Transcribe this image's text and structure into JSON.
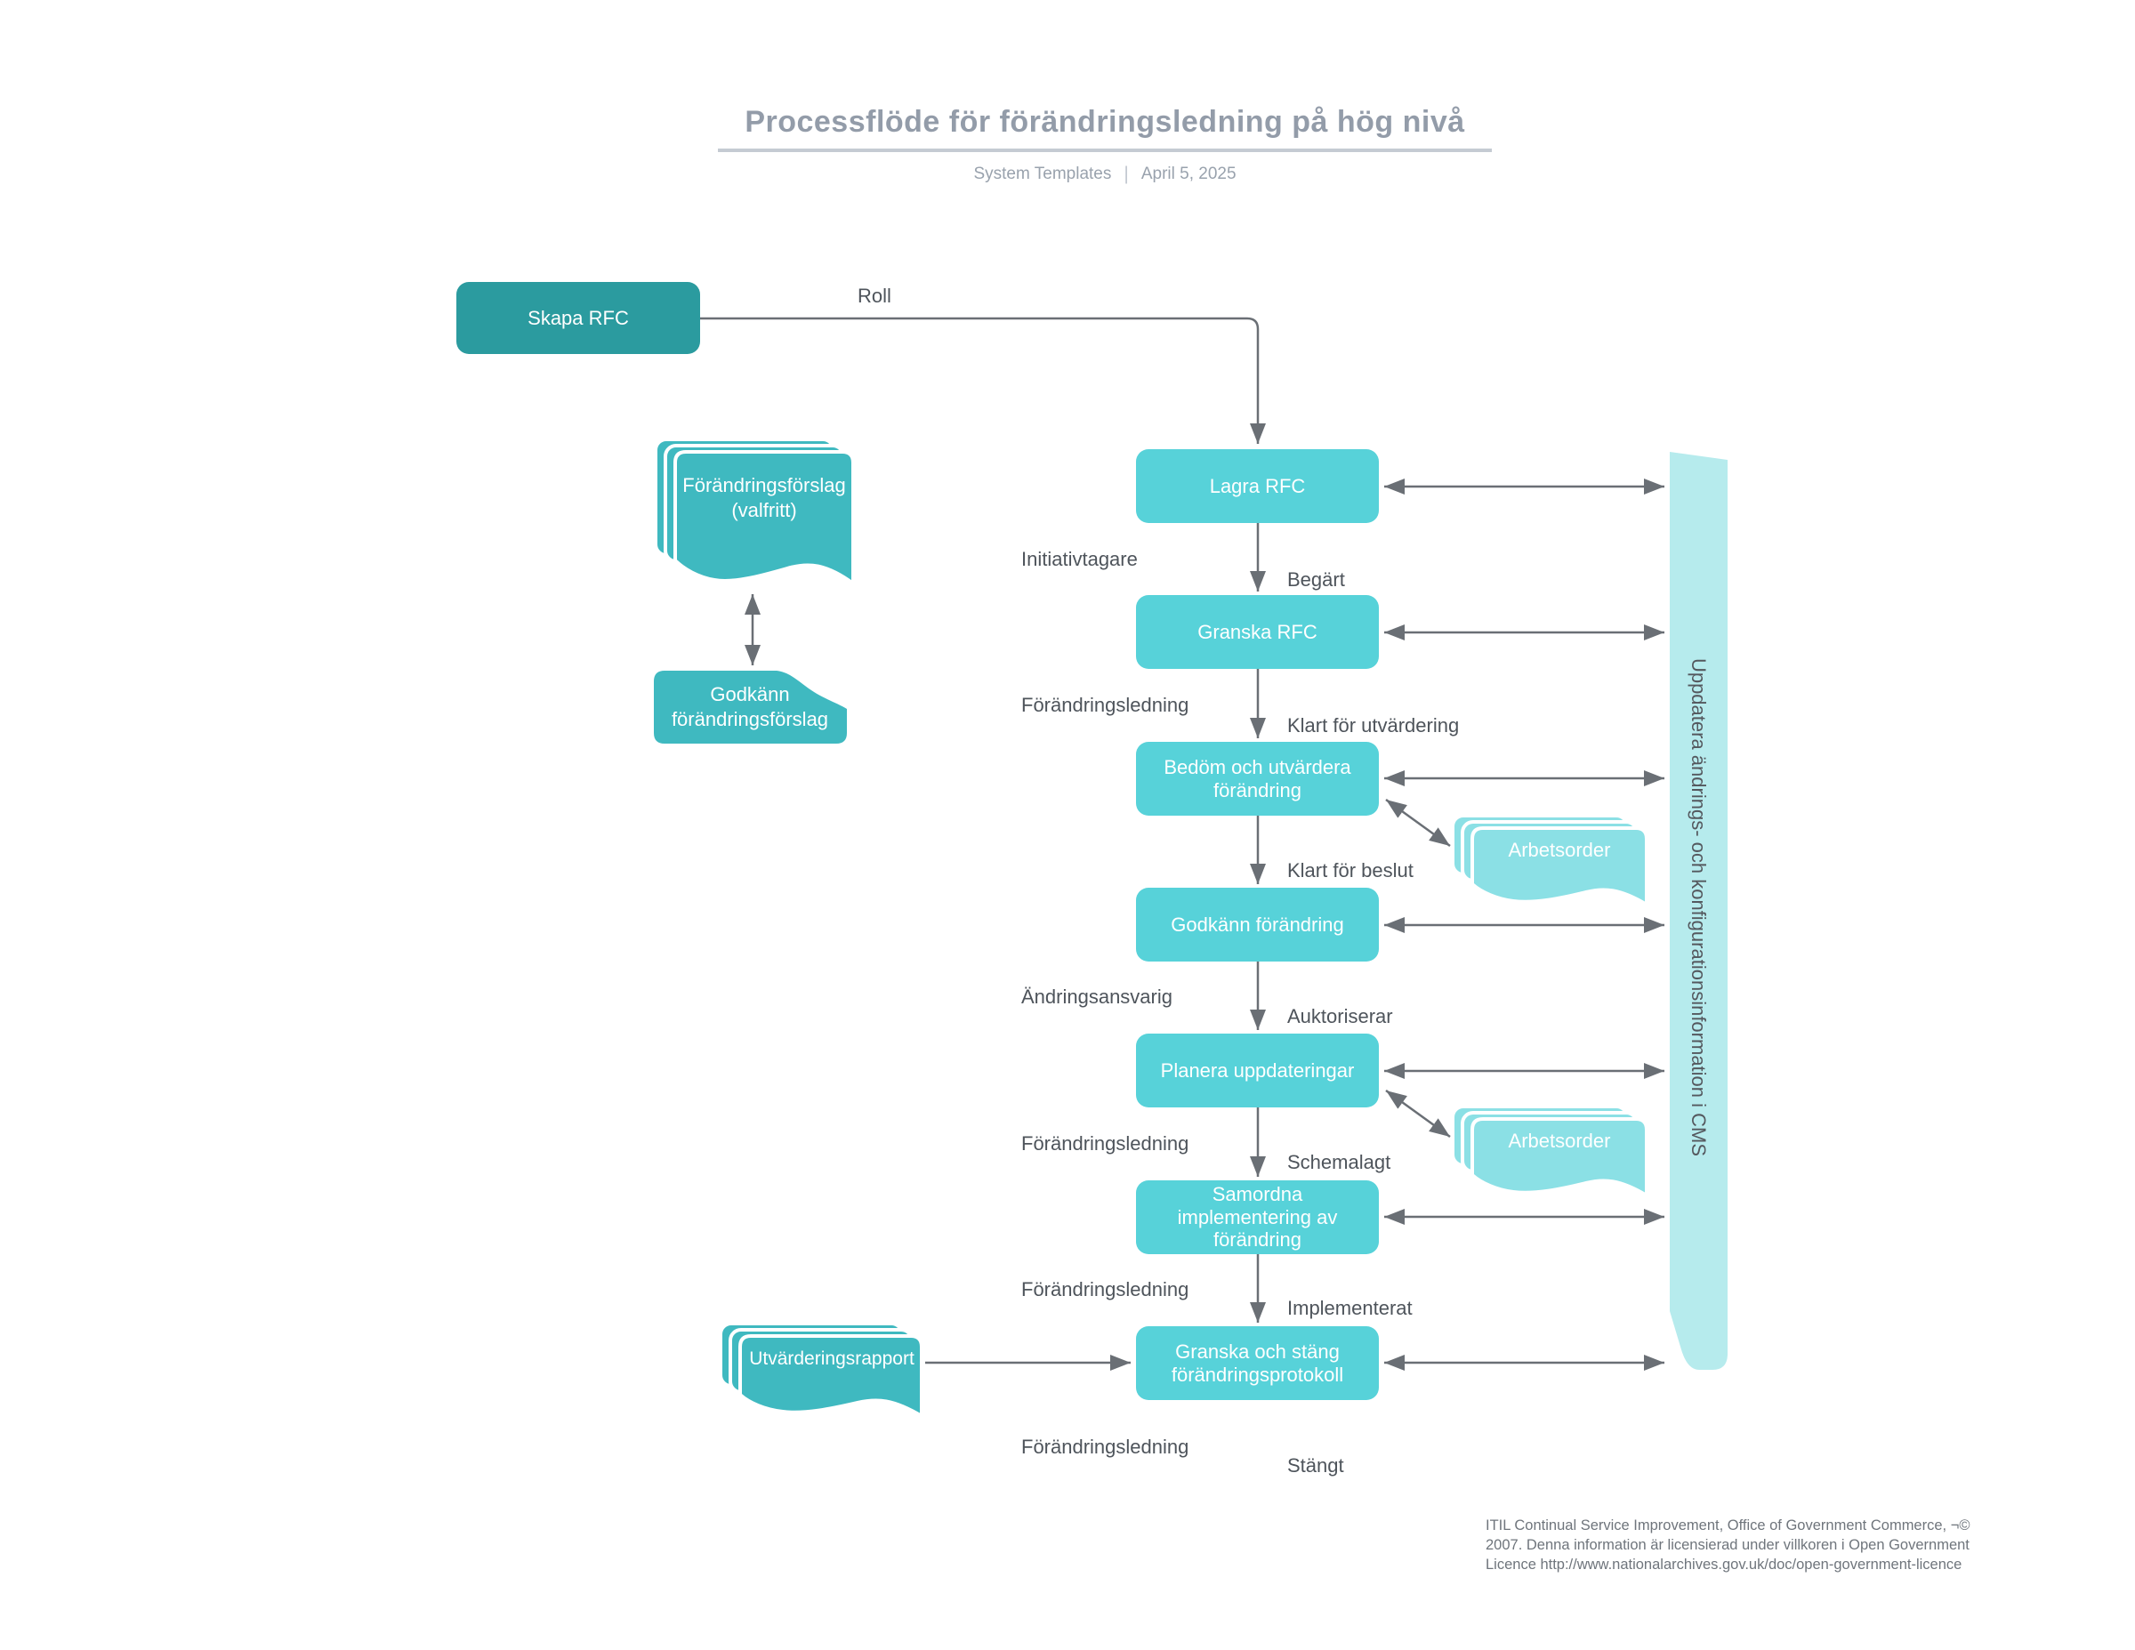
{
  "header": {
    "title": "Processflöde för förändringsledning på hög nivå",
    "source": "System Templates",
    "separator": "|",
    "date": "April 5, 2025"
  },
  "flow": {
    "start_box": {
      "label": "Skapa RFC"
    },
    "start_edge_label": "Roll",
    "boxes": [
      {
        "label": "Lagra RFC"
      },
      {
        "label": "Granska RFC"
      },
      {
        "label": "Bedöm och utvärdera förändring"
      },
      {
        "label": "Godkänn förändring"
      },
      {
        "label": "Planera uppdateringar"
      },
      {
        "label": "Samordna implementering av förändring"
      },
      {
        "label": "Granska och stäng förändringsprotokoll"
      }
    ],
    "edge_labels": [
      "Begärt",
      "Klart för utvärdering",
      "Klart för beslut",
      "Auktoriserar",
      "Schemalagt",
      "Implementerat",
      "Stängt"
    ],
    "lane_labels": [
      "Initiativtagare",
      "Förändringsledning",
      "Ändringsansvarig",
      "Förändringsledning",
      "Förändringsledning",
      "Förändringsledning"
    ],
    "documents": {
      "change_proposal": {
        "line1": "Förändringsförslag",
        "line2": "(valfritt)"
      },
      "approve_proposal": {
        "line1": "Godkänn",
        "line2": "förändringsförslag"
      },
      "work_order_top": {
        "label": "Arbetsorder"
      },
      "work_order_bottom": {
        "label": "Arbetsorder"
      },
      "evaluation_report": {
        "label": "Utvärderingsrapport"
      }
    },
    "cms_band": {
      "label": "Uppdatera ändrings- och konfigurationsinformation i CMS"
    }
  },
  "footer": {
    "lines": [
      "ITIL Continual Service Improvement, Office of Government Commerce, ¬©",
      "2007. Denna information är licensierad under villkoren i Open Government",
      "Licence http://www.nationalarchives.gov.uk/doc/open-government-licence"
    ]
  },
  "colors": {
    "start_box": "#2B9B9F",
    "mid_teal": "#3FB9C0",
    "process_box": "#57D2D9",
    "work_order": "#8BE0E5",
    "cms_band": "#B6EBED",
    "connector": "#6A6F75",
    "label_text": "#4E545B",
    "title_text": "#939CA9"
  }
}
